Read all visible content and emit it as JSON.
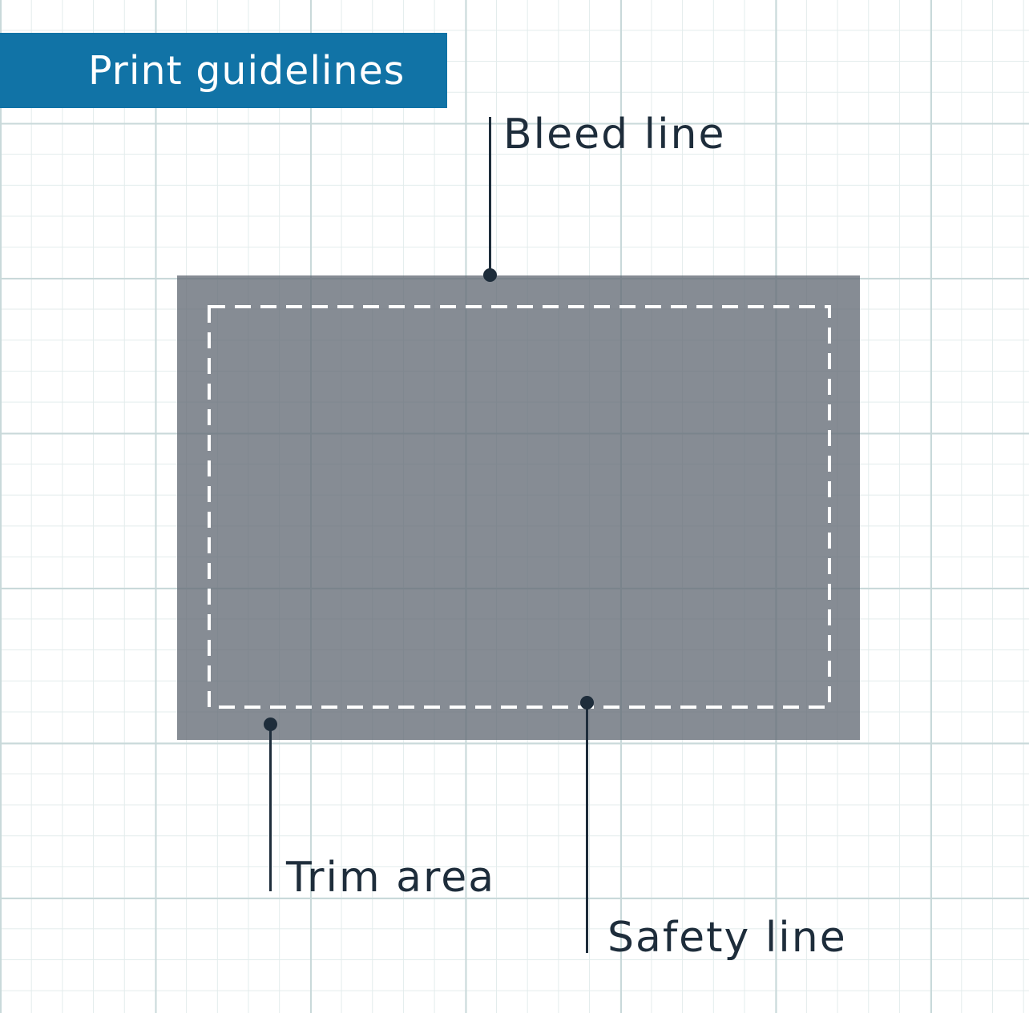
{
  "title": "Print guidelines",
  "labels": {
    "bleed": "Bleed line",
    "trim": "Trim area",
    "safety": "Safety line"
  },
  "colors": {
    "banner": "#1173a6",
    "bleed_fill": "#868d95",
    "safety_dash": "#ffffff",
    "callout": "#1e2d3b",
    "grid": "#c9d9da"
  }
}
